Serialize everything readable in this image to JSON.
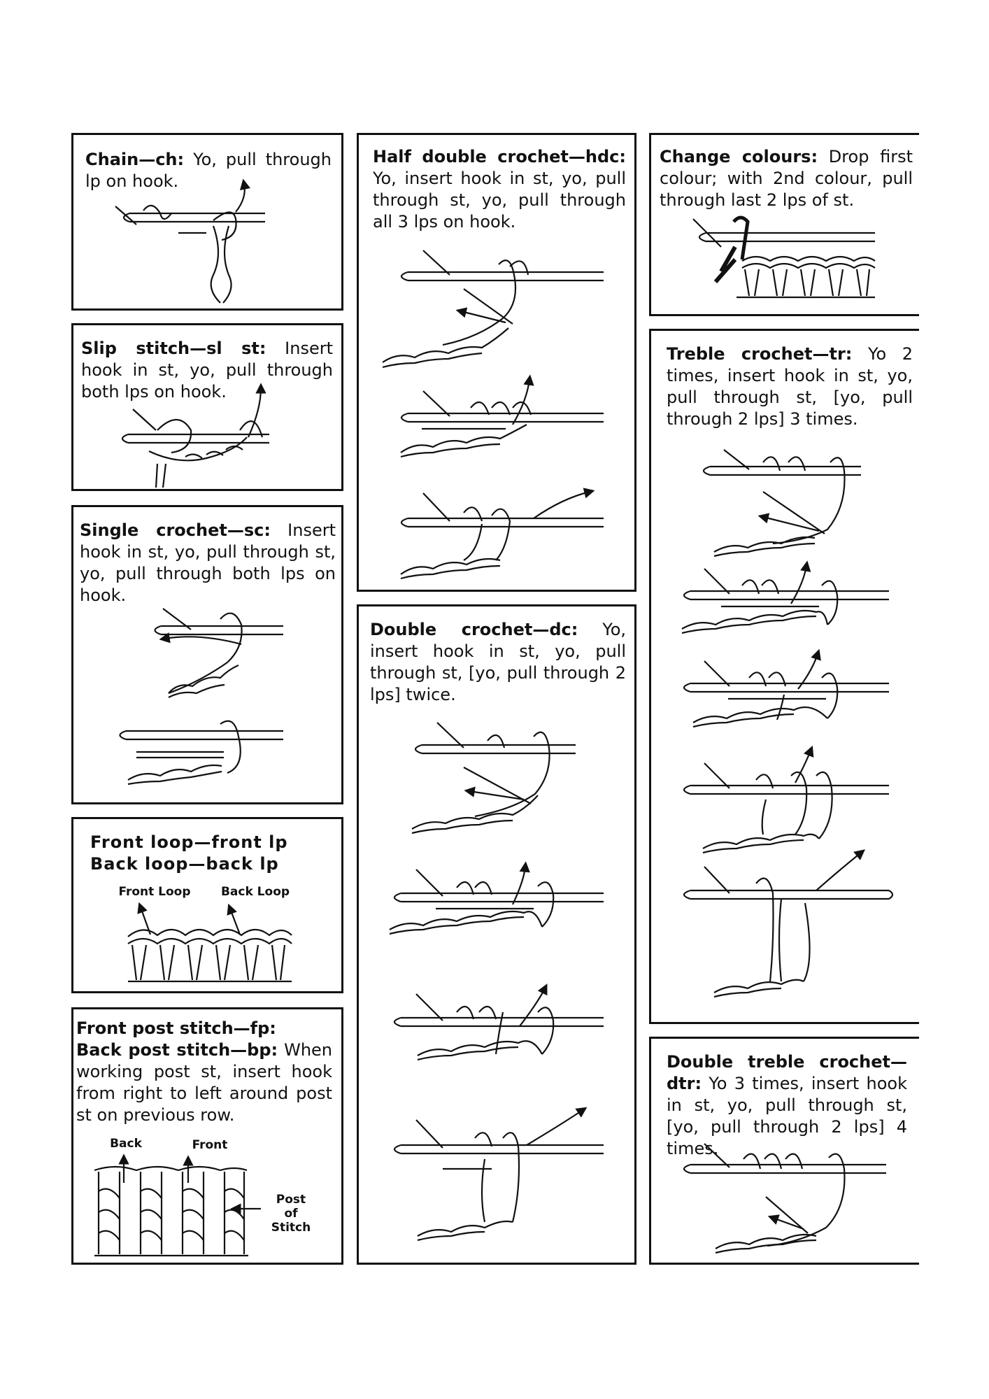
{
  "panels": {
    "chain": {
      "term": "Chain—ch:",
      "desc": " Yo, pull through lp on hook."
    },
    "slip_stitch": {
      "term": "Slip stitch—sl st:",
      "desc": " Insert hook in st, yo, pull through both lps on hook."
    },
    "single_crochet": {
      "term": "Single crochet—sc:",
      "desc": " Insert hook in st, yo, pull through st, yo, pull through both lps on hook."
    },
    "loops": {
      "line1": "Front loop—front lp",
      "line2": "Back loop—back lp",
      "front_label": "Front Loop",
      "back_label": "Back Loop"
    },
    "post_stitch": {
      "term1": "Front post stitch—fp:",
      "term2": "Back post stitch—bp:",
      "desc": " When working post st, insert hook from right to left around post st on previous row.",
      "back_label": "Back",
      "front_label": "Front",
      "post_label_1": "Post",
      "post_label_2": "of",
      "post_label_3": "Stitch"
    },
    "half_double_crochet": {
      "term": "Half double crochet—hdc:",
      "desc": " Yo, insert hook in st, yo, pull through st, yo, pull through all 3 lps on hook."
    },
    "double_crochet": {
      "term": "Double crochet—dc:",
      "desc": " Yo, insert hook in st, yo, pull through st, [yo, pull through 2 lps] twice."
    },
    "change_colours": {
      "term": "Change colours:",
      "desc": " Drop first colour; with 2nd colour, pull through last 2 lps of st."
    },
    "treble_crochet": {
      "term": "Treble crochet—tr:",
      "desc": " Yo 2 times, insert hook in st, yo, pull through st, [yo, pull through 2 lps] 3 times."
    },
    "double_treble_crochet": {
      "term": "Double treble crochet—dtr:",
      "desc": " Yo 3 times, insert hook in st, yo, pull through st, [yo, pull through 2 lps] 4 times."
    }
  }
}
